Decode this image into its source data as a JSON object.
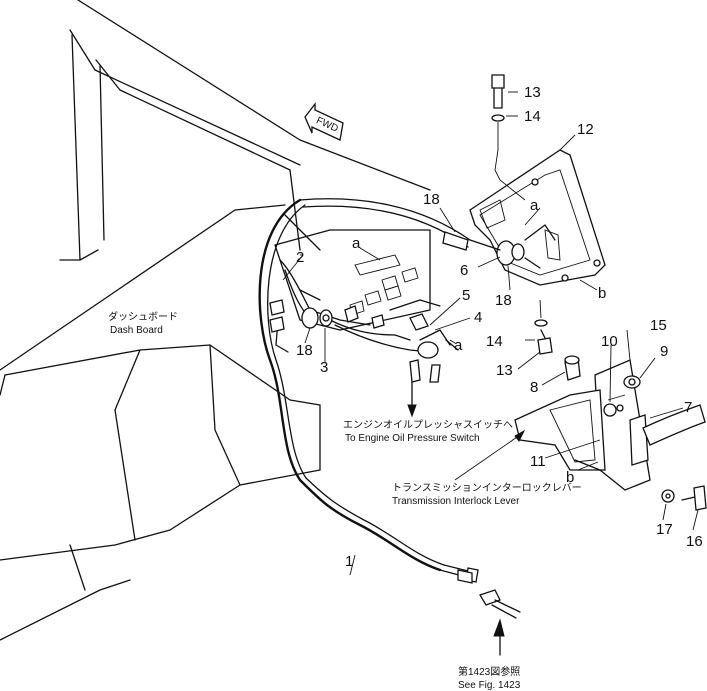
{
  "labels": {
    "fwd": "FWD",
    "dash_jp": "ダッシュボード",
    "dash_en": "Dash Board",
    "engine_jp": "エンジンオイルプレッシャスイッチへ",
    "engine_en": "To Engine Oil Pressure Switch",
    "trans_jp": "トランスミッションインターロックレバー",
    "trans_en": "Transmission Interlock Lever",
    "seefig_jp": "第1423図参照",
    "seefig_en": "See Fig. 1423"
  },
  "callouts": {
    "c1": "1",
    "c2": "2",
    "c3": "3",
    "c4": "4",
    "c5": "5",
    "c6": "6",
    "c7": "7",
    "c8": "8",
    "c9": "9",
    "c10": "10",
    "c11": "11",
    "c12": "12",
    "c13a": "13",
    "c13b": "13",
    "c14a": "14",
    "c14b": "14",
    "c15": "15",
    "c16": "16",
    "c17": "17",
    "c18a": "18",
    "c18b": "18",
    "c18c": "18",
    "a1": "a",
    "a2": "a",
    "a3": "a",
    "b1": "b",
    "b2": "b"
  }
}
